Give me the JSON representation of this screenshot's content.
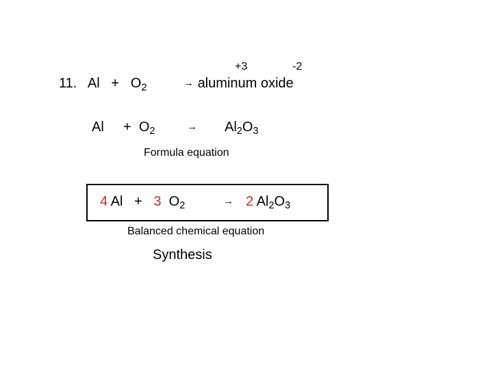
{
  "problem": {
    "number": "11.",
    "reactant1": "Al",
    "plus": "+",
    "reactant2_symbol": "O",
    "reactant2_sub": "2",
    "arrow": "→",
    "product_name": "aluminum oxide",
    "charge_al": "+3",
    "charge_o": "-2"
  },
  "formula_equation": {
    "reactant1": "Al",
    "plus": "+",
    "reactant2_symbol": "O",
    "reactant2_sub": "2",
    "arrow": "→",
    "product_al": "Al",
    "product_al_sub": "2",
    "product_o": "O",
    "product_o_sub": "3",
    "caption": "Formula equation"
  },
  "balanced_equation": {
    "coef1": "4",
    "reactant1": "Al",
    "plus": "+",
    "coef2": "3",
    "reactant2_symbol": "O",
    "reactant2_sub": "2",
    "arrow": "→",
    "coef3": "2",
    "product_al": "Al",
    "product_al_sub": "2",
    "product_o": "O",
    "product_o_sub": "3",
    "caption": "Balanced chemical  equation"
  },
  "reaction_type": "Synthesis",
  "colors": {
    "coefficient": "#cc2a1e",
    "text": "#000000"
  }
}
